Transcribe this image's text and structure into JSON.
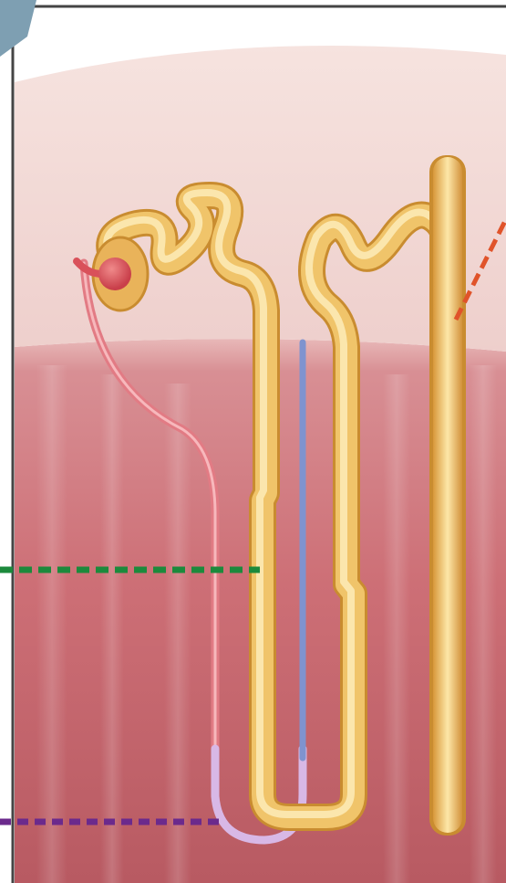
{
  "diagram": {
    "subject": "nephron-in-kidney-tissue",
    "regions": [
      {
        "id": "cortex",
        "color": "#f3d7d3"
      },
      {
        "id": "medulla",
        "color": "#c9606a"
      }
    ],
    "structures": [
      {
        "id": "glomerulus",
        "color": "#d9515a"
      },
      {
        "id": "proximal-convoluted-tubule",
        "color": "#f0c46a"
      },
      {
        "id": "loop-of-henle-descending",
        "color": "#f0c46a"
      },
      {
        "id": "loop-of-henle-ascending",
        "color": "#f0c46a"
      },
      {
        "id": "distal-convoluted-tubule",
        "color": "#f0c46a"
      },
      {
        "id": "collecting-duct",
        "color": "#f0c46a"
      },
      {
        "id": "vasa-recta-arterial",
        "color": "#e27b84"
      },
      {
        "id": "vasa-recta-bend",
        "color": "#d8b8e6"
      },
      {
        "id": "vasa-recta-venous",
        "color": "#7f93cf"
      }
    ],
    "leader_lines": [
      {
        "id": "leader-green",
        "color": "#1c8a3c",
        "style": "dashed"
      },
      {
        "id": "leader-purple",
        "color": "#6b2a8c",
        "style": "dashed"
      },
      {
        "id": "leader-orange",
        "color": "#e0532a",
        "style": "dashed"
      }
    ],
    "frame": {
      "color": "#444444"
    },
    "corner_marker": {
      "color": "#7e9fb2"
    }
  }
}
